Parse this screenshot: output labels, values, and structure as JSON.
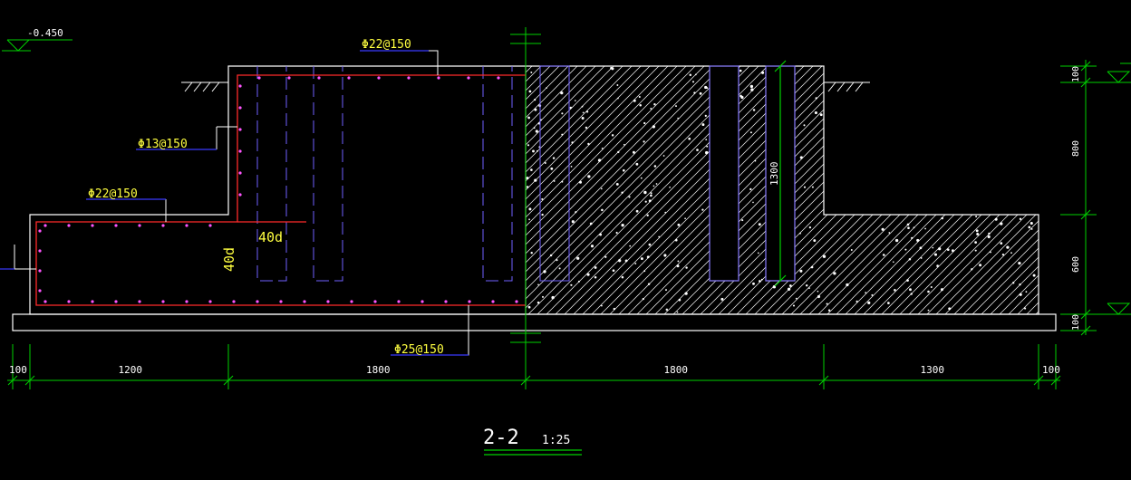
{
  "elevation": {
    "label": "-0.450"
  },
  "rebar_labels": {
    "top": "Φ22@150",
    "left_wall": "Φ13@150",
    "slab_top": "Φ22@150",
    "bottom": "Φ25@150"
  },
  "anchorage": {
    "horizontal": "40d",
    "vertical": "40d"
  },
  "section": {
    "label": "2-2",
    "scale": "1:25"
  },
  "inner_dimension": "1300",
  "dimensions_bottom": [
    "100",
    "1200",
    "1800",
    "1800",
    "1300",
    "100"
  ],
  "dimensions_right": [
    "100",
    "800",
    "600",
    "100"
  ],
  "colors": {
    "outline": "#ffffff",
    "rebar": "#ff2a2a",
    "dimension": "#00d000",
    "label": "#ffff40",
    "leader": "#3a3aff",
    "hidden": "#7060ff"
  }
}
